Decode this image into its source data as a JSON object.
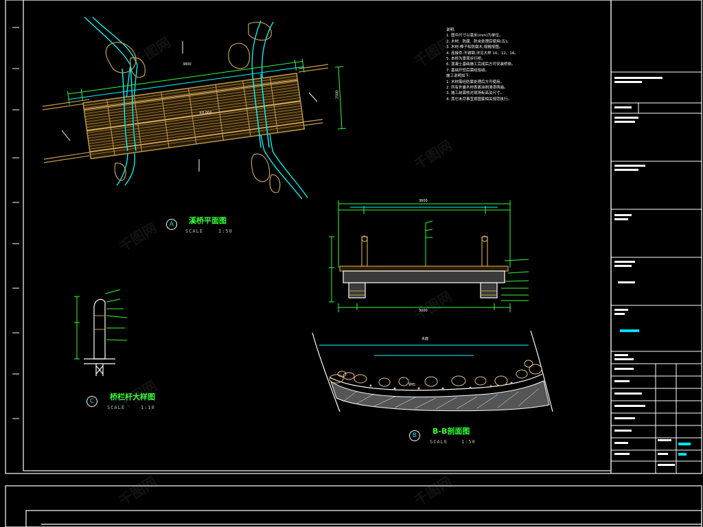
{
  "views": {
    "plan": {
      "marker": "A",
      "title": "溪桥平面图",
      "scale_label": "SCALE",
      "scale_value": "1:50"
    },
    "railing": {
      "marker": "C",
      "title": "桥栏杆大样图",
      "scale_label": "SCALE",
      "scale_value": "1:10"
    },
    "section": {
      "marker": "B",
      "title": "B-B剖面图",
      "scale_label": "SCALE",
      "scale_value": "1:50"
    },
    "water": {
      "label": "水面",
      "bed_label": "卵石"
    }
  },
  "notes": [
    "说明:",
    "1. 图中尺寸以毫米(mm)为单位。",
    "2. 木材、防腐、防虫处理后使用(五)。",
    "3. 木材:樟子松防腐木,规格按图。",
    "4. 连接件:不锈钢,详见大样 10、12、16。",
    "5. 本桥为景观步行桥。",
    "6. 混凝土基础施工完成后方可安装桥体。",
    "7. 基础开挖后需经验收。",
    "施工说明如下:",
    "1. 木材需经防腐处理后方可使用。",
    "2. 所有外露木材表面涂刷清漆两遍。",
    "3. 施工前需核对现场标高及尺寸。",
    "4. 其它未尽事宜按国家相关规范执行。"
  ],
  "plan_dims": {
    "top": "3800",
    "right": "1500",
    "level": "±0.000"
  },
  "section_dims": {
    "top": "3600",
    "bottom": "3000"
  },
  "watermark": "千图网",
  "colors": {
    "timber": "#c8a050",
    "outline": "#00ffff",
    "dim": "#33ff33",
    "frame": "#ffffff",
    "rock": "#e8c08a"
  }
}
